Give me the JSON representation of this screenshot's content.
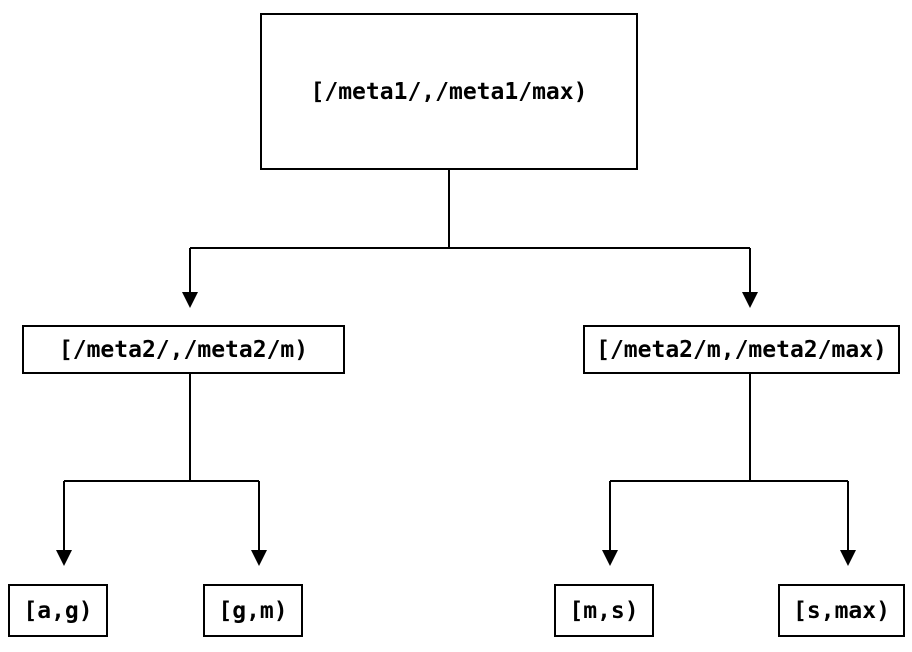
{
  "diagram": {
    "type": "tree",
    "nodes": {
      "root": {
        "label": "[/meta1/,/meta1/max)"
      },
      "mid_left": {
        "label": "[/meta2/,/meta2/m)"
      },
      "mid_right": {
        "label": "[/meta2/m,/meta2/max)"
      },
      "leaf_ag": {
        "label": "[a,g)"
      },
      "leaf_gm": {
        "label": "[g,m)"
      },
      "leaf_ms": {
        "label": "[m,s)"
      },
      "leaf_smax": {
        "label": "[s,max)"
      }
    },
    "edges": [
      {
        "from": "root",
        "to": "mid_left"
      },
      {
        "from": "root",
        "to": "mid_right"
      },
      {
        "from": "mid_left",
        "to": "leaf_ag"
      },
      {
        "from": "mid_left",
        "to": "leaf_gm"
      },
      {
        "from": "mid_right",
        "to": "leaf_ms"
      },
      {
        "from": "mid_right",
        "to": "leaf_smax"
      }
    ],
    "colors": {
      "stroke": "#000000",
      "text": "#000000",
      "background": "#ffffff"
    }
  }
}
